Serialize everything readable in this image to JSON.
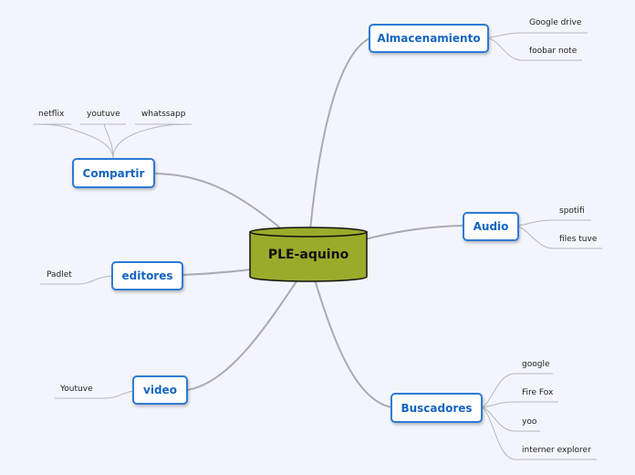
{
  "center": {
    "label": "PLE-aquino",
    "fill": "#9aab2b"
  },
  "colors": {
    "node_border": "#2f7bd4",
    "node_text": "#1565c0",
    "connector": "#a9aab2"
  },
  "branches": {
    "almacenamiento": {
      "label": "Almacenamiento",
      "leaves": [
        "Google drive",
        "foobar note"
      ]
    },
    "audio": {
      "label": "Audio",
      "leaves": [
        "spotifi",
        "files tuve"
      ]
    },
    "buscadores": {
      "label": "Buscadores",
      "leaves": [
        "google",
        "Fire Fox",
        "yoo",
        "interner explorer"
      ]
    },
    "compartir": {
      "label": "Compartir",
      "leaves": [
        "netflix",
        "youtuve",
        "whatssapp"
      ]
    },
    "editores": {
      "label": "editores",
      "leaves": [
        "Padlet"
      ]
    },
    "video": {
      "label": "video",
      "leaves": [
        "Youtuve"
      ]
    }
  }
}
